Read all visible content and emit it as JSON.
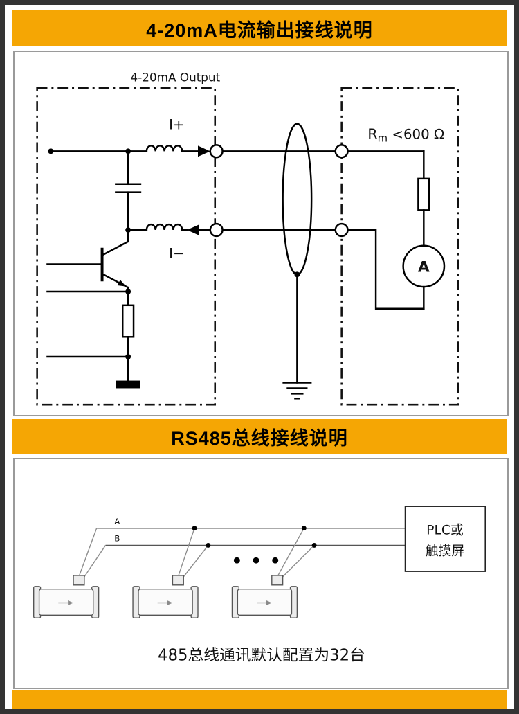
{
  "colors": {
    "accent_yellow": "#f5a604",
    "frame_gray": "#333333",
    "line_black": "#000000"
  },
  "section_420ma": {
    "title": "4-20mA电流输出接线说明",
    "labels": {
      "output": "4-20mA Output",
      "i_plus": "I+",
      "i_minus": "I−",
      "rm_base": "R",
      "rm_sub": "m",
      "rm_value": " <600 Ω",
      "ammeter": "A"
    }
  },
  "section_rs485": {
    "title": "RS485总线接线说明",
    "labels": {
      "bus_a": "A",
      "bus_b": "B",
      "plc_line1": "PLC或",
      "plc_line2": "触摸屏",
      "caption": "485总线通讯默认配置为32台"
    }
  }
}
